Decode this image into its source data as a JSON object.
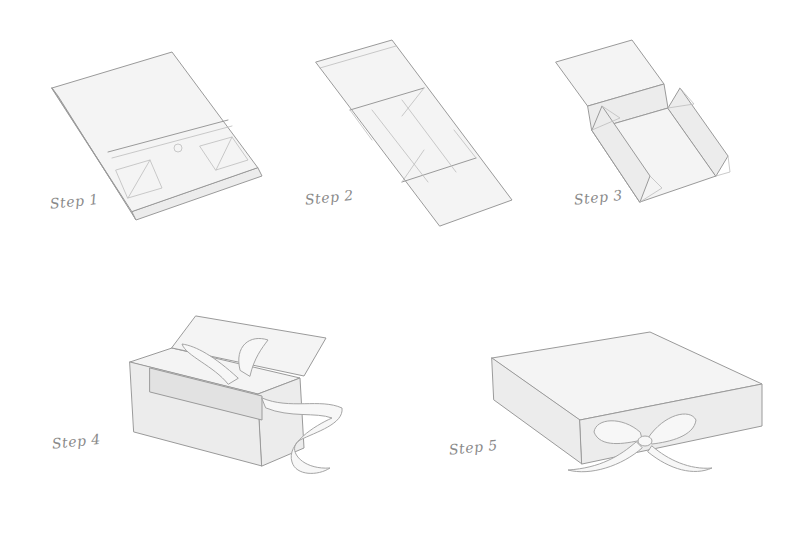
{
  "diagram": {
    "labels": [
      "Step 1",
      "Step 2",
      "Step 3",
      "Step 4",
      "Step 5"
    ]
  }
}
